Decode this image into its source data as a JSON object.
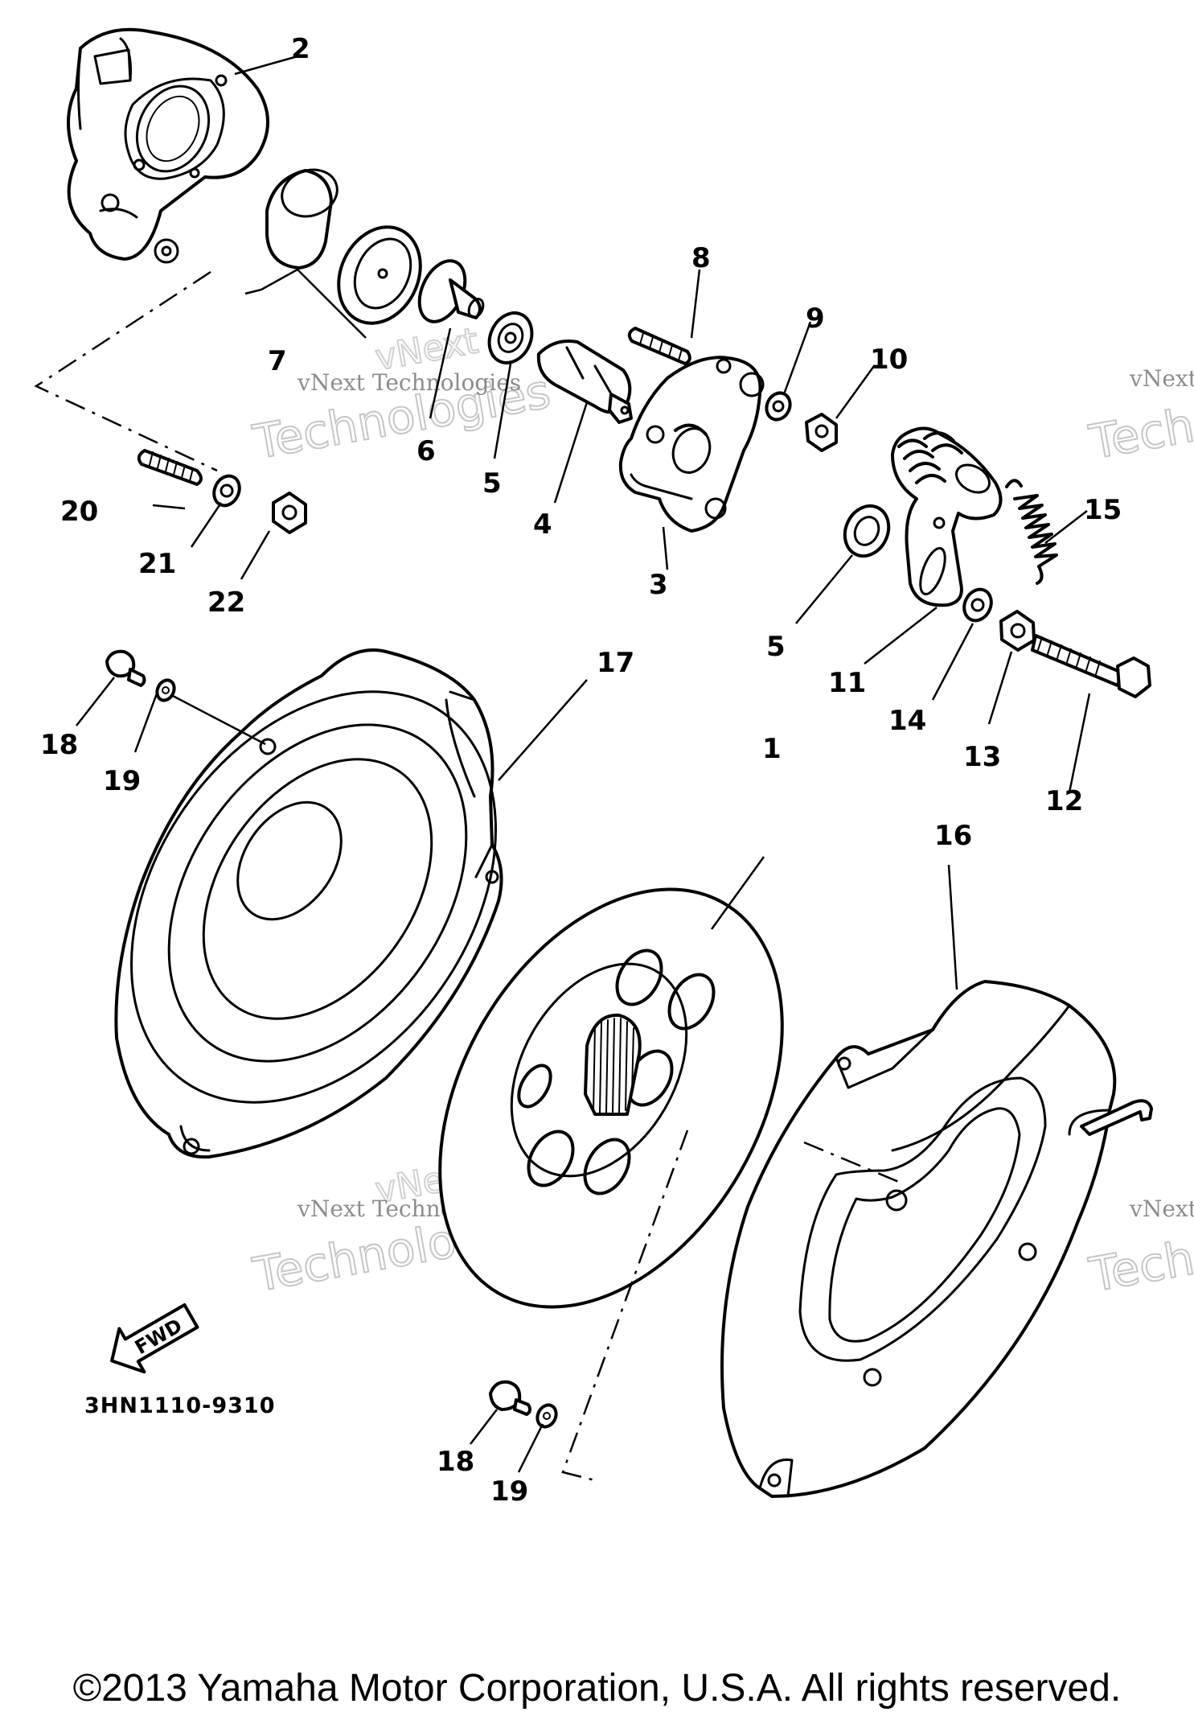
{
  "callouts": {
    "p1": "1",
    "p2": "2",
    "p3": "3",
    "p4": "4",
    "p5a": "5",
    "p5b": "5",
    "p6": "6",
    "p7": "7",
    "p8": "8",
    "p9": "9",
    "p10": "10",
    "p11": "11",
    "p12": "12",
    "p13": "13",
    "p14": "14",
    "p15": "15",
    "p16": "16",
    "p17": "17",
    "p18a": "18",
    "p18b": "18",
    "p19a": "19",
    "p19b": "19",
    "p20": "20",
    "p21": "21",
    "p22": "22"
  },
  "direction_label": "FWD",
  "diagram_code": "3HN1110-9310",
  "watermark": {
    "brand": "vNext",
    "full": "vNext Technologies",
    "word": "Technologies",
    "short": "Tech"
  },
  "copyright": "©2013 Yamaha Motor Corporation, U.S.A. All rights reserved."
}
